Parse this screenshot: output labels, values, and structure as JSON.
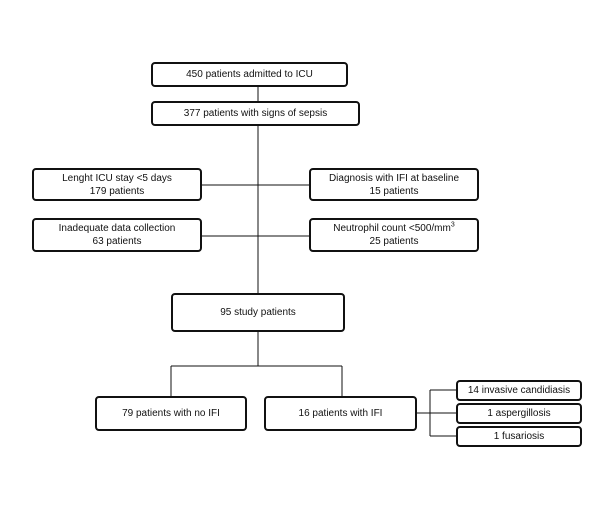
{
  "flowchart": {
    "admitted": {
      "text": "450 patients admitted to ICU"
    },
    "sepsis": {
      "text": "377 patients with signs of sepsis"
    },
    "excluded_left": [
      {
        "line1": "Lenght ICU stay <5 days",
        "line2": "179 patients"
      },
      {
        "line1": "Inadequate data collection",
        "line2": "63 patients"
      }
    ],
    "excluded_right": [
      {
        "line1": "Diagnosis  with IFI at baseline",
        "line2": "15 patients"
      },
      {
        "line1": "Neutrophil count <500/mm",
        "line1_superscript": "3",
        "line2": "25 patients"
      }
    ],
    "study": {
      "text": "95 study patients"
    },
    "groups": {
      "no_ifi": {
        "text": "79 patients with no IFI"
      },
      "ifi": {
        "text": "16 patients with IFI"
      }
    },
    "ifi_breakdown": [
      {
        "text": "14 invasive candidiasis"
      },
      {
        "text": "1 aspergillosis"
      },
      {
        "text": "1 fusariosis"
      }
    ]
  }
}
